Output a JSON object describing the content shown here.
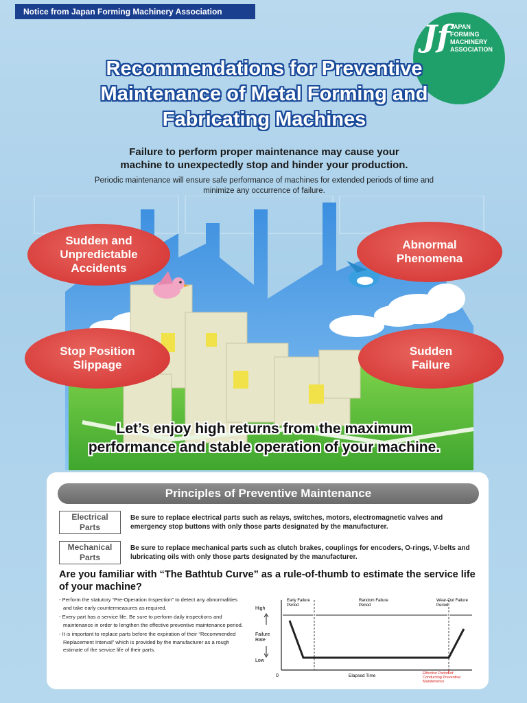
{
  "notice": "Notice from Japan Forming Machinery Association",
  "logo": {
    "mark": "Jf",
    "lines": [
      "JAPAN",
      "FORMING",
      "MACHINERY",
      "ASSOCIATION"
    ]
  },
  "title_lines": [
    "Recommendations for Preventive",
    "Maintenance of Metal Forming and",
    "Fabricating Machines"
  ],
  "lead_lines": [
    "Failure to perform proper maintenance may cause your",
    "machine to unexpectedly stop and  hinder your production."
  ],
  "sublead_lines": [
    "Periodic maintenance will ensure safe performance of machines for extended periods of time and",
    "minimize any occurrence of failure."
  ],
  "bubbles": {
    "accidents": "Sudden and\nUnpredictable\nAccidents",
    "abnormal": "Abnormal\nPhenomena",
    "slippage": "Stop Position\nSlippage",
    "failure": "Sudden\nFailure"
  },
  "slogan_lines": [
    "Let’s enjoy high returns from the maximum",
    "performance and stable operation of your machine."
  ],
  "principles": {
    "heading": "Principles of Preventive Maintenance",
    "electrical": {
      "label": "Electrical\nParts",
      "text": "Be sure to replace electrical parts such as relays, switches, motors, electromagnetic valves and emergency stop buttons with only those parts designated by the manufacturer."
    },
    "mechanical": {
      "label": "Mechanical\nParts",
      "text": "Be sure to replace mechanical parts such as clutch brakes, couplings for encoders, O-rings, V-belts and lubricating oils with only those parts designated by the manufacturer."
    }
  },
  "bathtub": {
    "question": "Are you familiar with “The Bathtub Curve” as a rule-of-thumb to estimate the service life of your machine?",
    "bullets": [
      "- Perform the statutory “Pre-Operation Inspection” to detect any abnormalities and take early countermeasures as required.",
      "- Every part has a service life. Be sure to perform daily inspections and maintenance in order to lengthen the effective preventive maintenance period.",
      "- It is important to replace parts before the expiration of their “Recommended Replacement Interval” which is provided by the manufacturer as a rough estimate of the service life of their parts."
    ],
    "chart": {
      "high": "High",
      "low": "Low",
      "rate": "Failure\nRate",
      "zero": "0",
      "early": "Early Failure\nPeriod",
      "random": "Random Failure\nPeriod",
      "wearout": "Wear-Out Failure\nPeriod",
      "elapsed": "Elapsed Time",
      "effective": "Effective Period of\nConducting Preventive\nMaintenance",
      "effective_color": "#d6241f"
    }
  }
}
